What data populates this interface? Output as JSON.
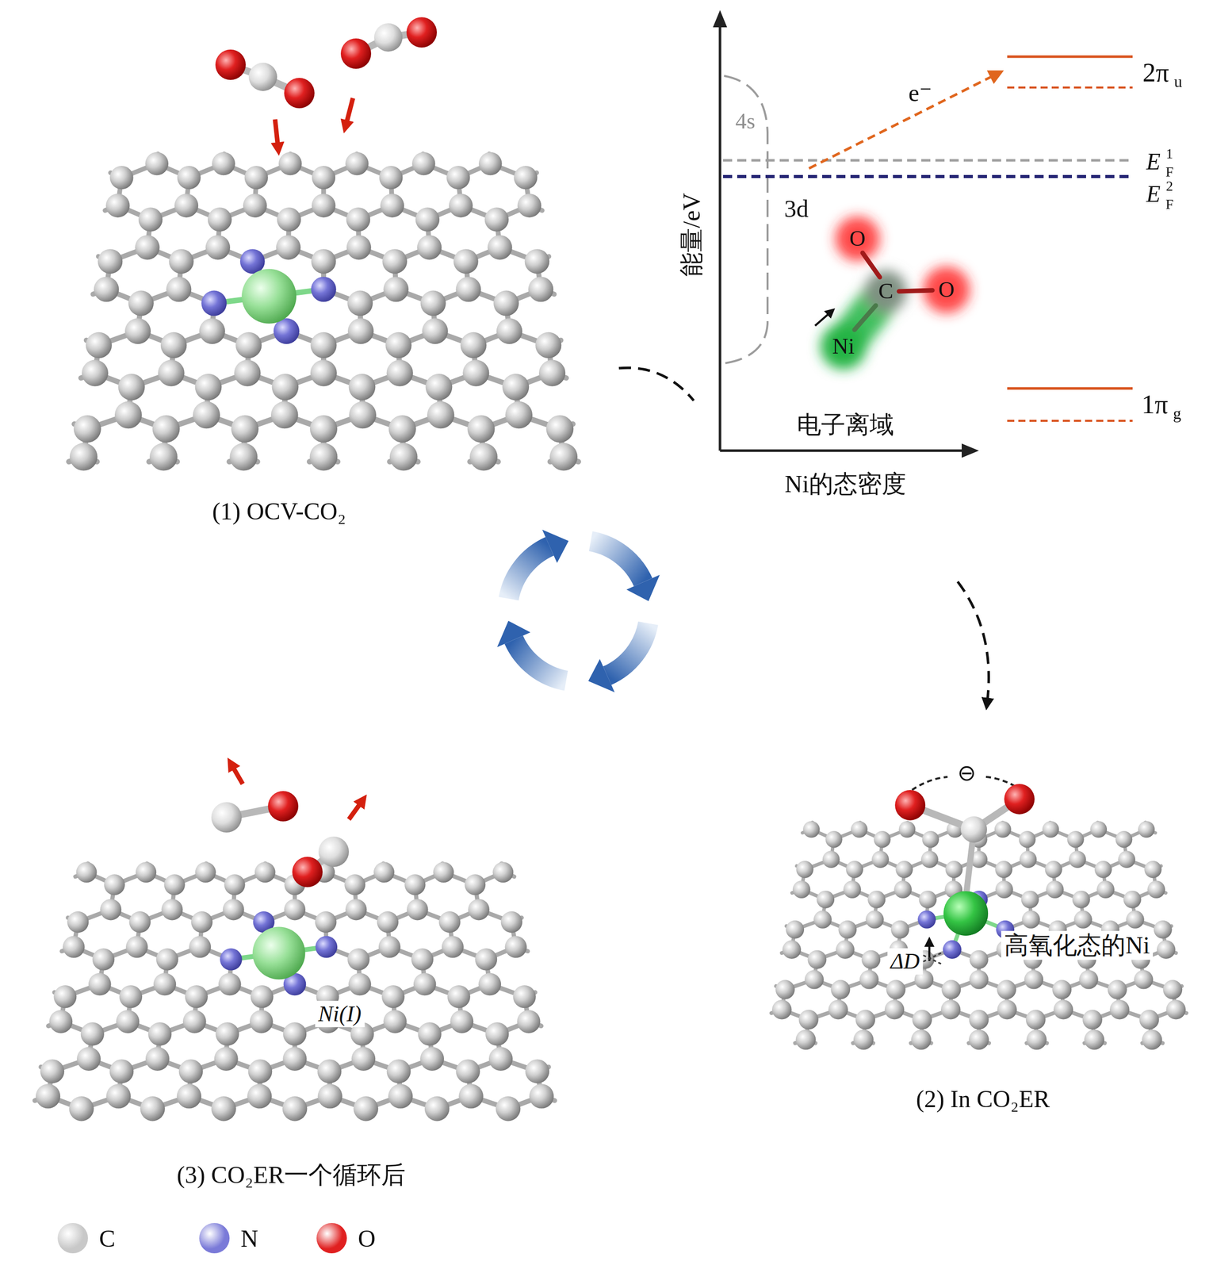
{
  "diagram": {
    "labels": [
      "能量/eV",
      "4s",
      "e⁻",
      "2π",
      "u",
      "E",
      "1",
      "F",
      "3d",
      "E",
      "2",
      "F",
      "O",
      "C",
      "O",
      "Ni",
      "1π",
      "g",
      "电子离域",
      "Ni的态密度",
      "(1) OCV-CO₂",
      "⊖",
      "ΔD",
      "高氧化态的Ni",
      "Ni(I)",
      "(2) In CO₂ER",
      "(3) CO₂ER一个循环后"
    ],
    "legend": [
      {
        "text": "C",
        "color": "#c8c8c8"
      },
      {
        "text": "N",
        "color": "#7a7ad8"
      },
      {
        "text": "O",
        "color": "#e02020"
      }
    ]
  }
}
